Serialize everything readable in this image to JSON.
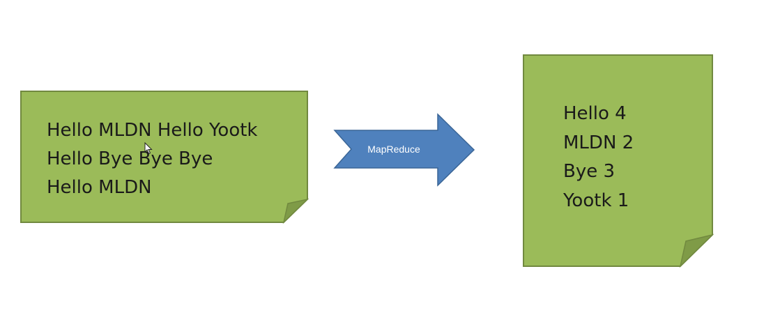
{
  "colors": {
    "note_fill": "#9bbb59",
    "note_stroke": "#71893f",
    "note_fold": "#7f9b47",
    "arrow_fill": "#4f81bd",
    "arrow_stroke": "#3a6596",
    "arrow_text": "#ffffff"
  },
  "input_note": {
    "lines": [
      "Hello MLDN Hello Yootk",
      "Hello Bye Bye Bye",
      "Hello MLDN"
    ]
  },
  "process_arrow": {
    "label": "MapReduce"
  },
  "output_note": {
    "lines": [
      "Hello 4",
      "MLDN 2",
      "Bye 3",
      "Yootk 1"
    ]
  },
  "icons": {
    "cursor": "mouse-pointer-icon"
  }
}
